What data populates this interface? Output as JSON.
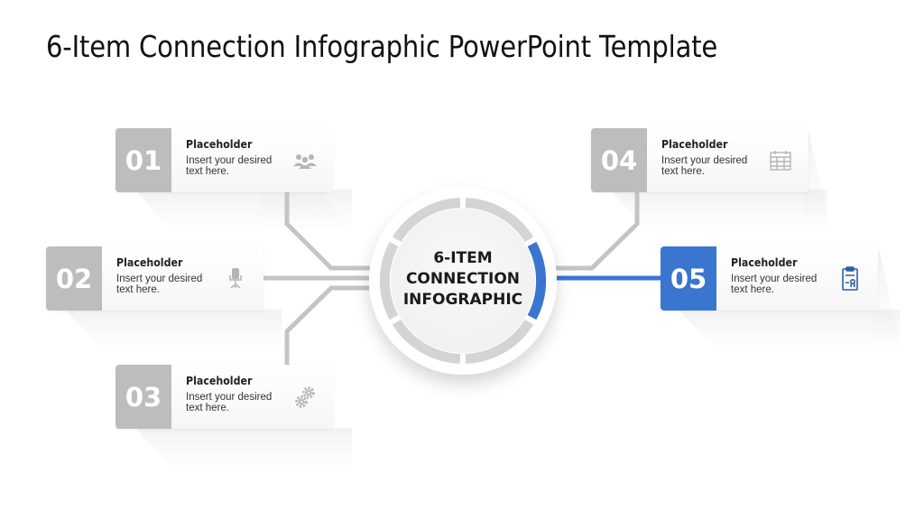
{
  "title": "6-Item Connection Infographic PowerPoint Template",
  "center": {
    "lines": [
      "6-ITEM",
      "CONNECTION",
      "INFOGRAPHIC"
    ],
    "active_segment": 5
  },
  "colors": {
    "accent": "#3a76d0",
    "inactive": "#bdbdbd",
    "connector": "#c4c4c4"
  },
  "items": [
    {
      "number": "01",
      "heading": "Placeholder",
      "text": "Insert your desired text here.",
      "icon": "team-icon",
      "active": false
    },
    {
      "number": "02",
      "heading": "Placeholder",
      "text": "Insert your desired text here.",
      "icon": "office-chair-icon",
      "active": false
    },
    {
      "number": "03",
      "heading": "Placeholder",
      "text": "Insert your desired text here.",
      "icon": "gears-icon",
      "active": false
    },
    {
      "number": "04",
      "heading": "Placeholder",
      "text": "Insert your desired text here.",
      "icon": "calendar-icon",
      "active": false
    },
    {
      "number": "05",
      "heading": "Placeholder",
      "text": "Insert your desired text here.",
      "icon": "certificate-clipboard-icon",
      "active": true
    }
  ]
}
